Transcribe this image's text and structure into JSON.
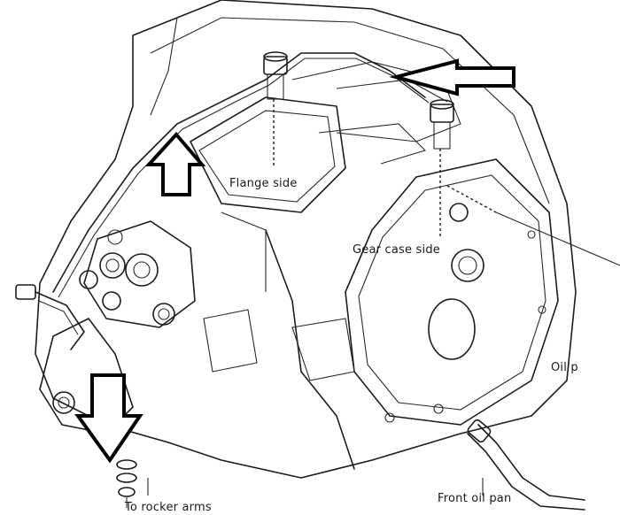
{
  "labels": {
    "flange_side": "Flange side",
    "gear_case_side": "Gear case side",
    "oil": "Oil p",
    "front_oil_pan": "Front oil pan",
    "to_rocker_arms": "To rocker arms"
  },
  "colors": {
    "ink": "#1c1c1c",
    "paper": "#ffffff"
  },
  "icons": [
    "up-arrow-icon",
    "left-arrow-icon",
    "down-arrow-icon"
  ]
}
